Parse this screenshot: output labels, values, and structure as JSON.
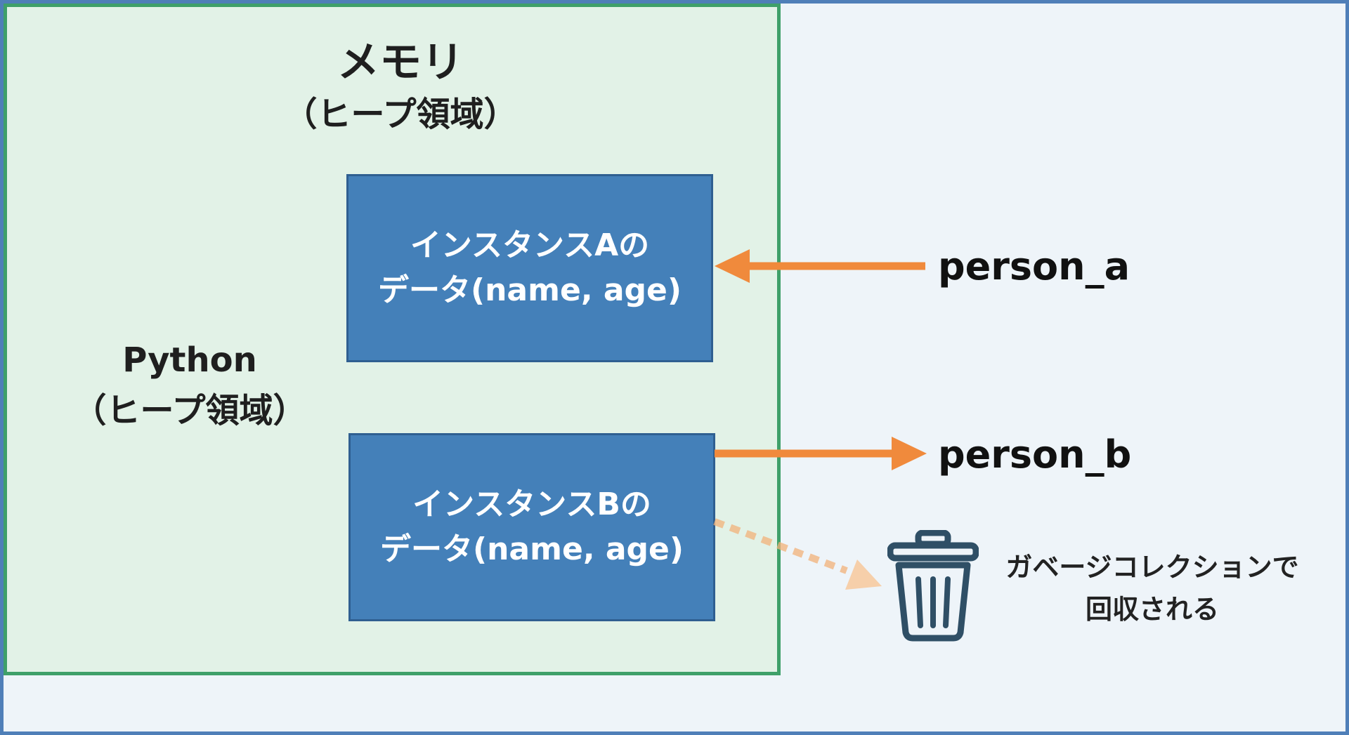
{
  "memory": {
    "title": "メモリ",
    "subtitle": "（ヒープ領域）"
  },
  "python": {
    "title": "Python",
    "subtitle": "（ヒープ領域）"
  },
  "instances": [
    {
      "line1": "インスタンスAの",
      "line2": "データ(name, age)"
    },
    {
      "line1": "インスタンスBの",
      "line2": "データ(name, age)"
    }
  ],
  "variables": {
    "a": "person_a",
    "b": "person_b"
  },
  "garbage_collection": {
    "line1": "ガベージコレクションで",
    "line2": "回収される",
    "icon": "trash-icon"
  },
  "colors": {
    "memory_fill": "#e2f2e7",
    "memory_border": "#3fa06a",
    "instance_fill": "#4480b9",
    "arrow": "#f08a3c",
    "outer_border": "#4f7fb8",
    "icon": "#2f4f66"
  }
}
